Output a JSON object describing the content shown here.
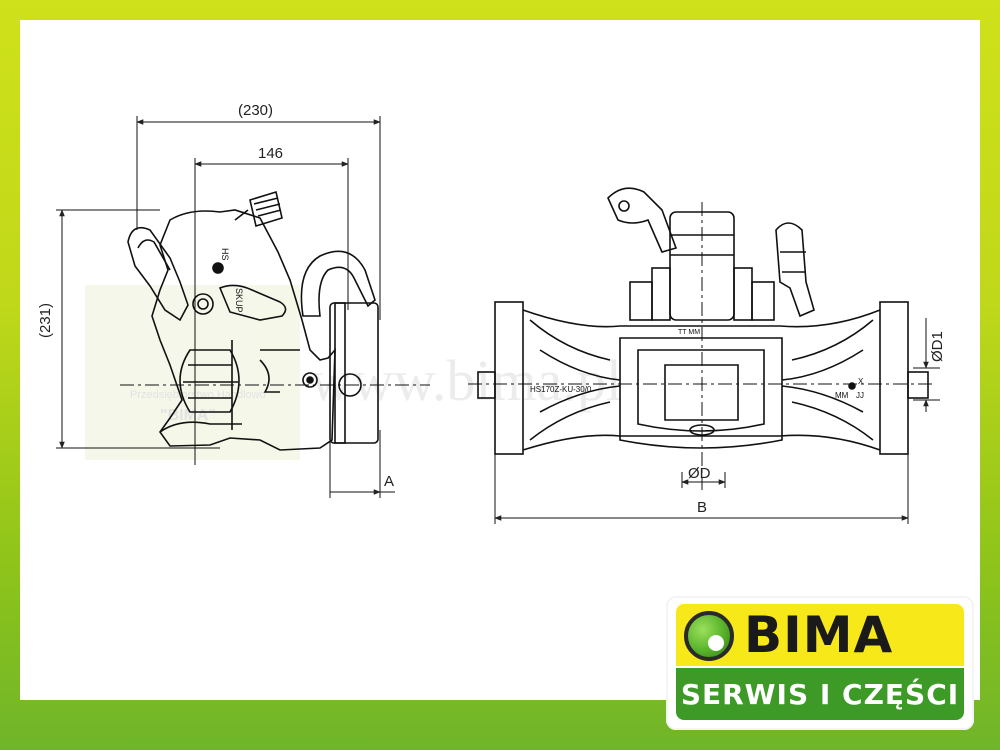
{
  "diagram": {
    "dimensions": {
      "overall_width": "(230)",
      "inner_width": "146",
      "height": "(231)",
      "a_label": "A",
      "b_label": "B",
      "d_label": "ØD",
      "d1_label": "ØD1"
    },
    "part_code": "HS170Z-KU-30/0",
    "marks": {
      "side": "HS",
      "side2": "SKUP",
      "mm": "MM",
      "jj": "JJ",
      "x": "X",
      "tt": "TT MM"
    },
    "watermark": {
      "url": "www.bima.pl",
      "company": "Przedsiębiorstwo Handlowo",
      "company2": "\"BIMA\""
    }
  },
  "logo": {
    "brand": "BIMA",
    "tagline": "SERWIS I CZĘŚCI",
    "colors": {
      "yellow": "#f7e81a",
      "green": "#3d9a27"
    }
  }
}
